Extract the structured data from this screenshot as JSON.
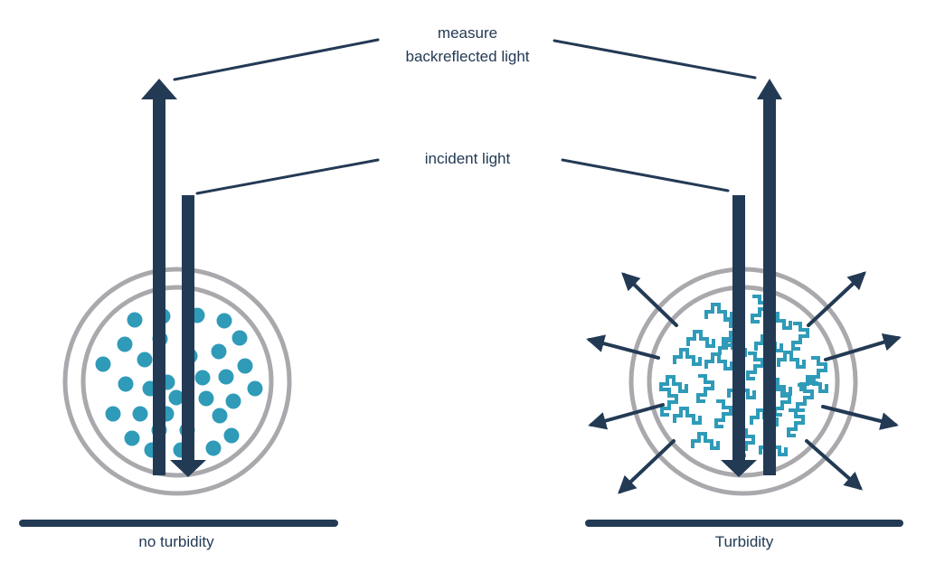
{
  "labels": {
    "measure_line1": "measure",
    "measure_line2": "backreflected light",
    "incident": "incident light"
  },
  "captions": {
    "left": "no turbidity",
    "right": "Turbidity"
  },
  "colors": {
    "navy": "#233a55",
    "teal": "#2f9bb8",
    "gray": "#a9a9ad"
  }
}
